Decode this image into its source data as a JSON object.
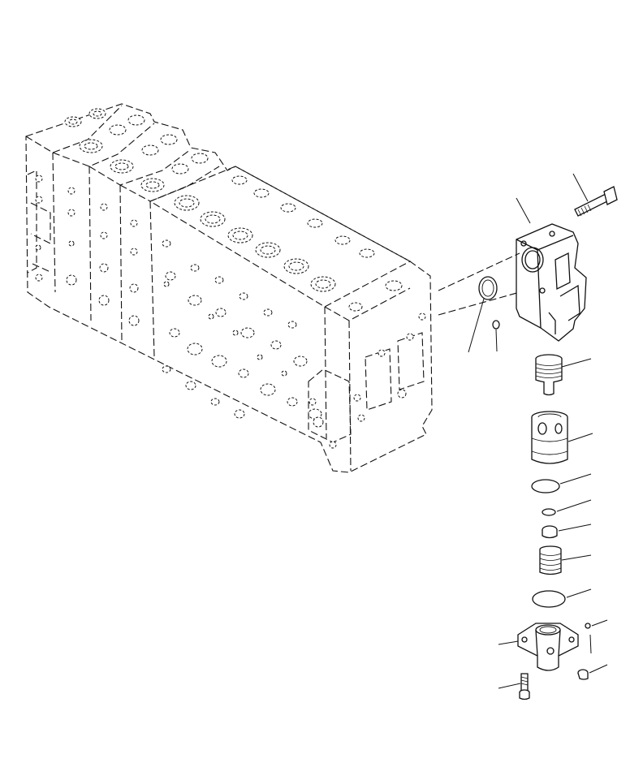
{
  "parts": [
    {
      "name": "valve-body"
    },
    {
      "name": "end-cover-block"
    },
    {
      "name": "hex-bolt-long"
    },
    {
      "name": "o-ring-large-cover"
    },
    {
      "name": "o-ring-small-cover"
    },
    {
      "name": "threaded-plug"
    },
    {
      "name": "sleeve"
    },
    {
      "name": "o-ring-medium"
    },
    {
      "name": "o-ring-small"
    },
    {
      "name": "valve-poppet"
    },
    {
      "name": "spring"
    },
    {
      "name": "o-ring-large"
    },
    {
      "name": "flange-cap"
    },
    {
      "name": "cap-screw"
    },
    {
      "name": "small-plug"
    },
    {
      "name": "ball"
    }
  ],
  "colors": {
    "line": "#111111",
    "paper": "#ffffff"
  }
}
